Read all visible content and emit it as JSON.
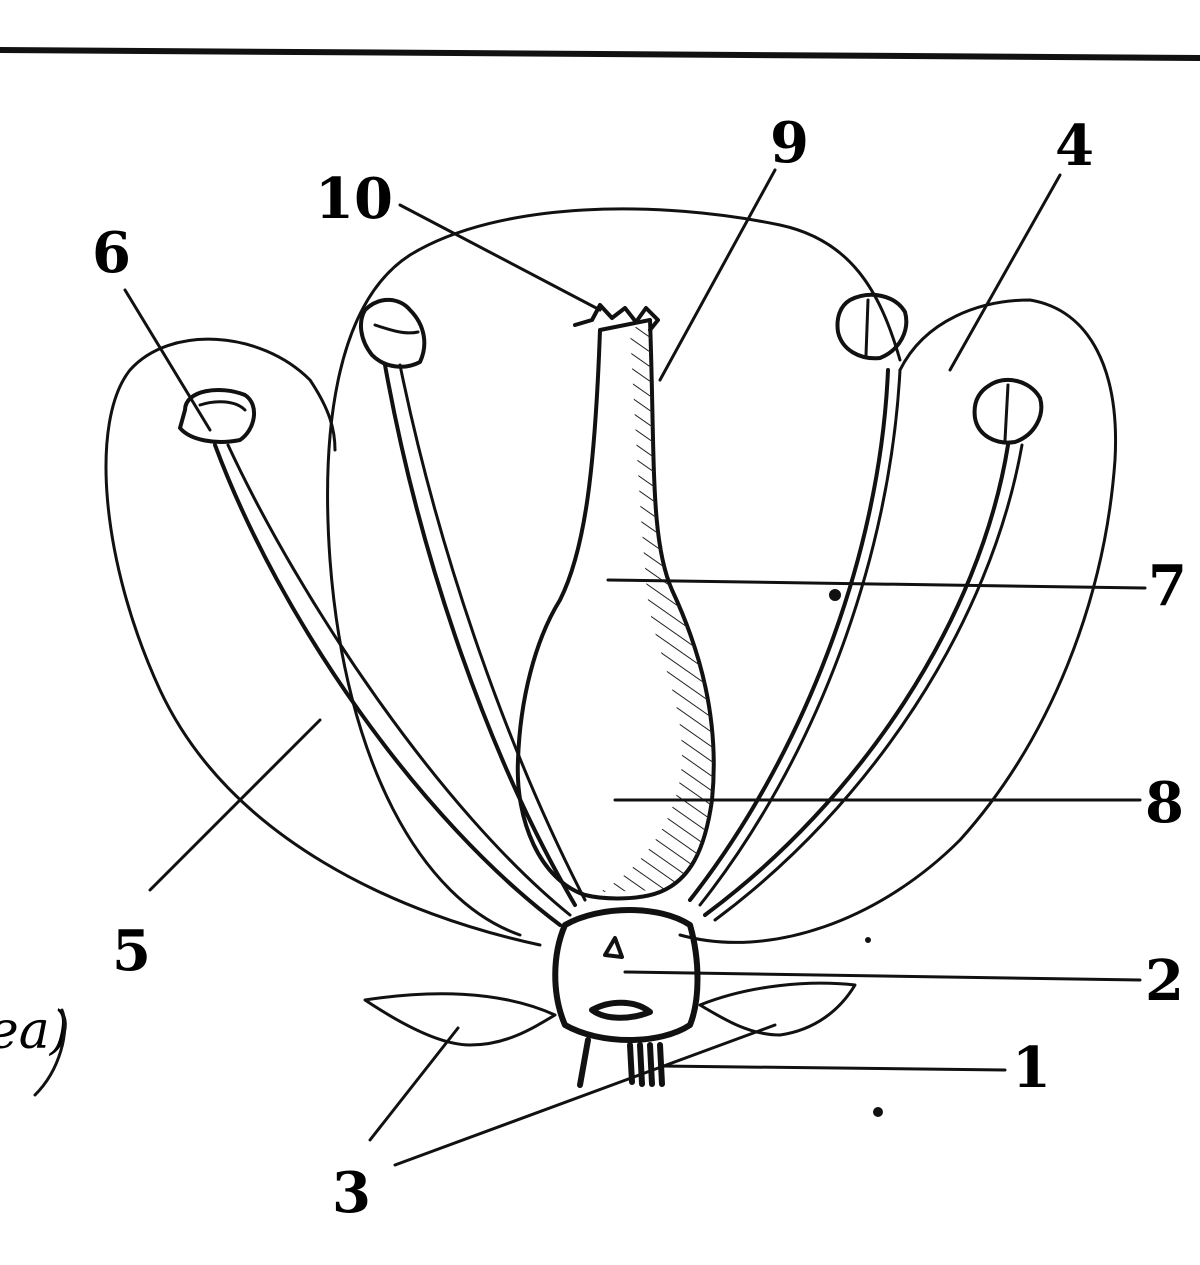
{
  "labels": [
    {
      "id": "label-1",
      "text": "1"
    },
    {
      "id": "label-2",
      "text": "2"
    },
    {
      "id": "label-3",
      "text": "3"
    },
    {
      "id": "label-4",
      "text": "4"
    },
    {
      "id": "label-5",
      "text": "5"
    },
    {
      "id": "label-6",
      "text": "6"
    },
    {
      "id": "label-7",
      "text": "7"
    },
    {
      "id": "label-8",
      "text": "8"
    },
    {
      "id": "label-9",
      "text": "9"
    },
    {
      "id": "label-10",
      "text": "10"
    }
  ],
  "margin_note": "ea)",
  "colors": {
    "ink": "#111111",
    "paper": "#ffffff"
  }
}
